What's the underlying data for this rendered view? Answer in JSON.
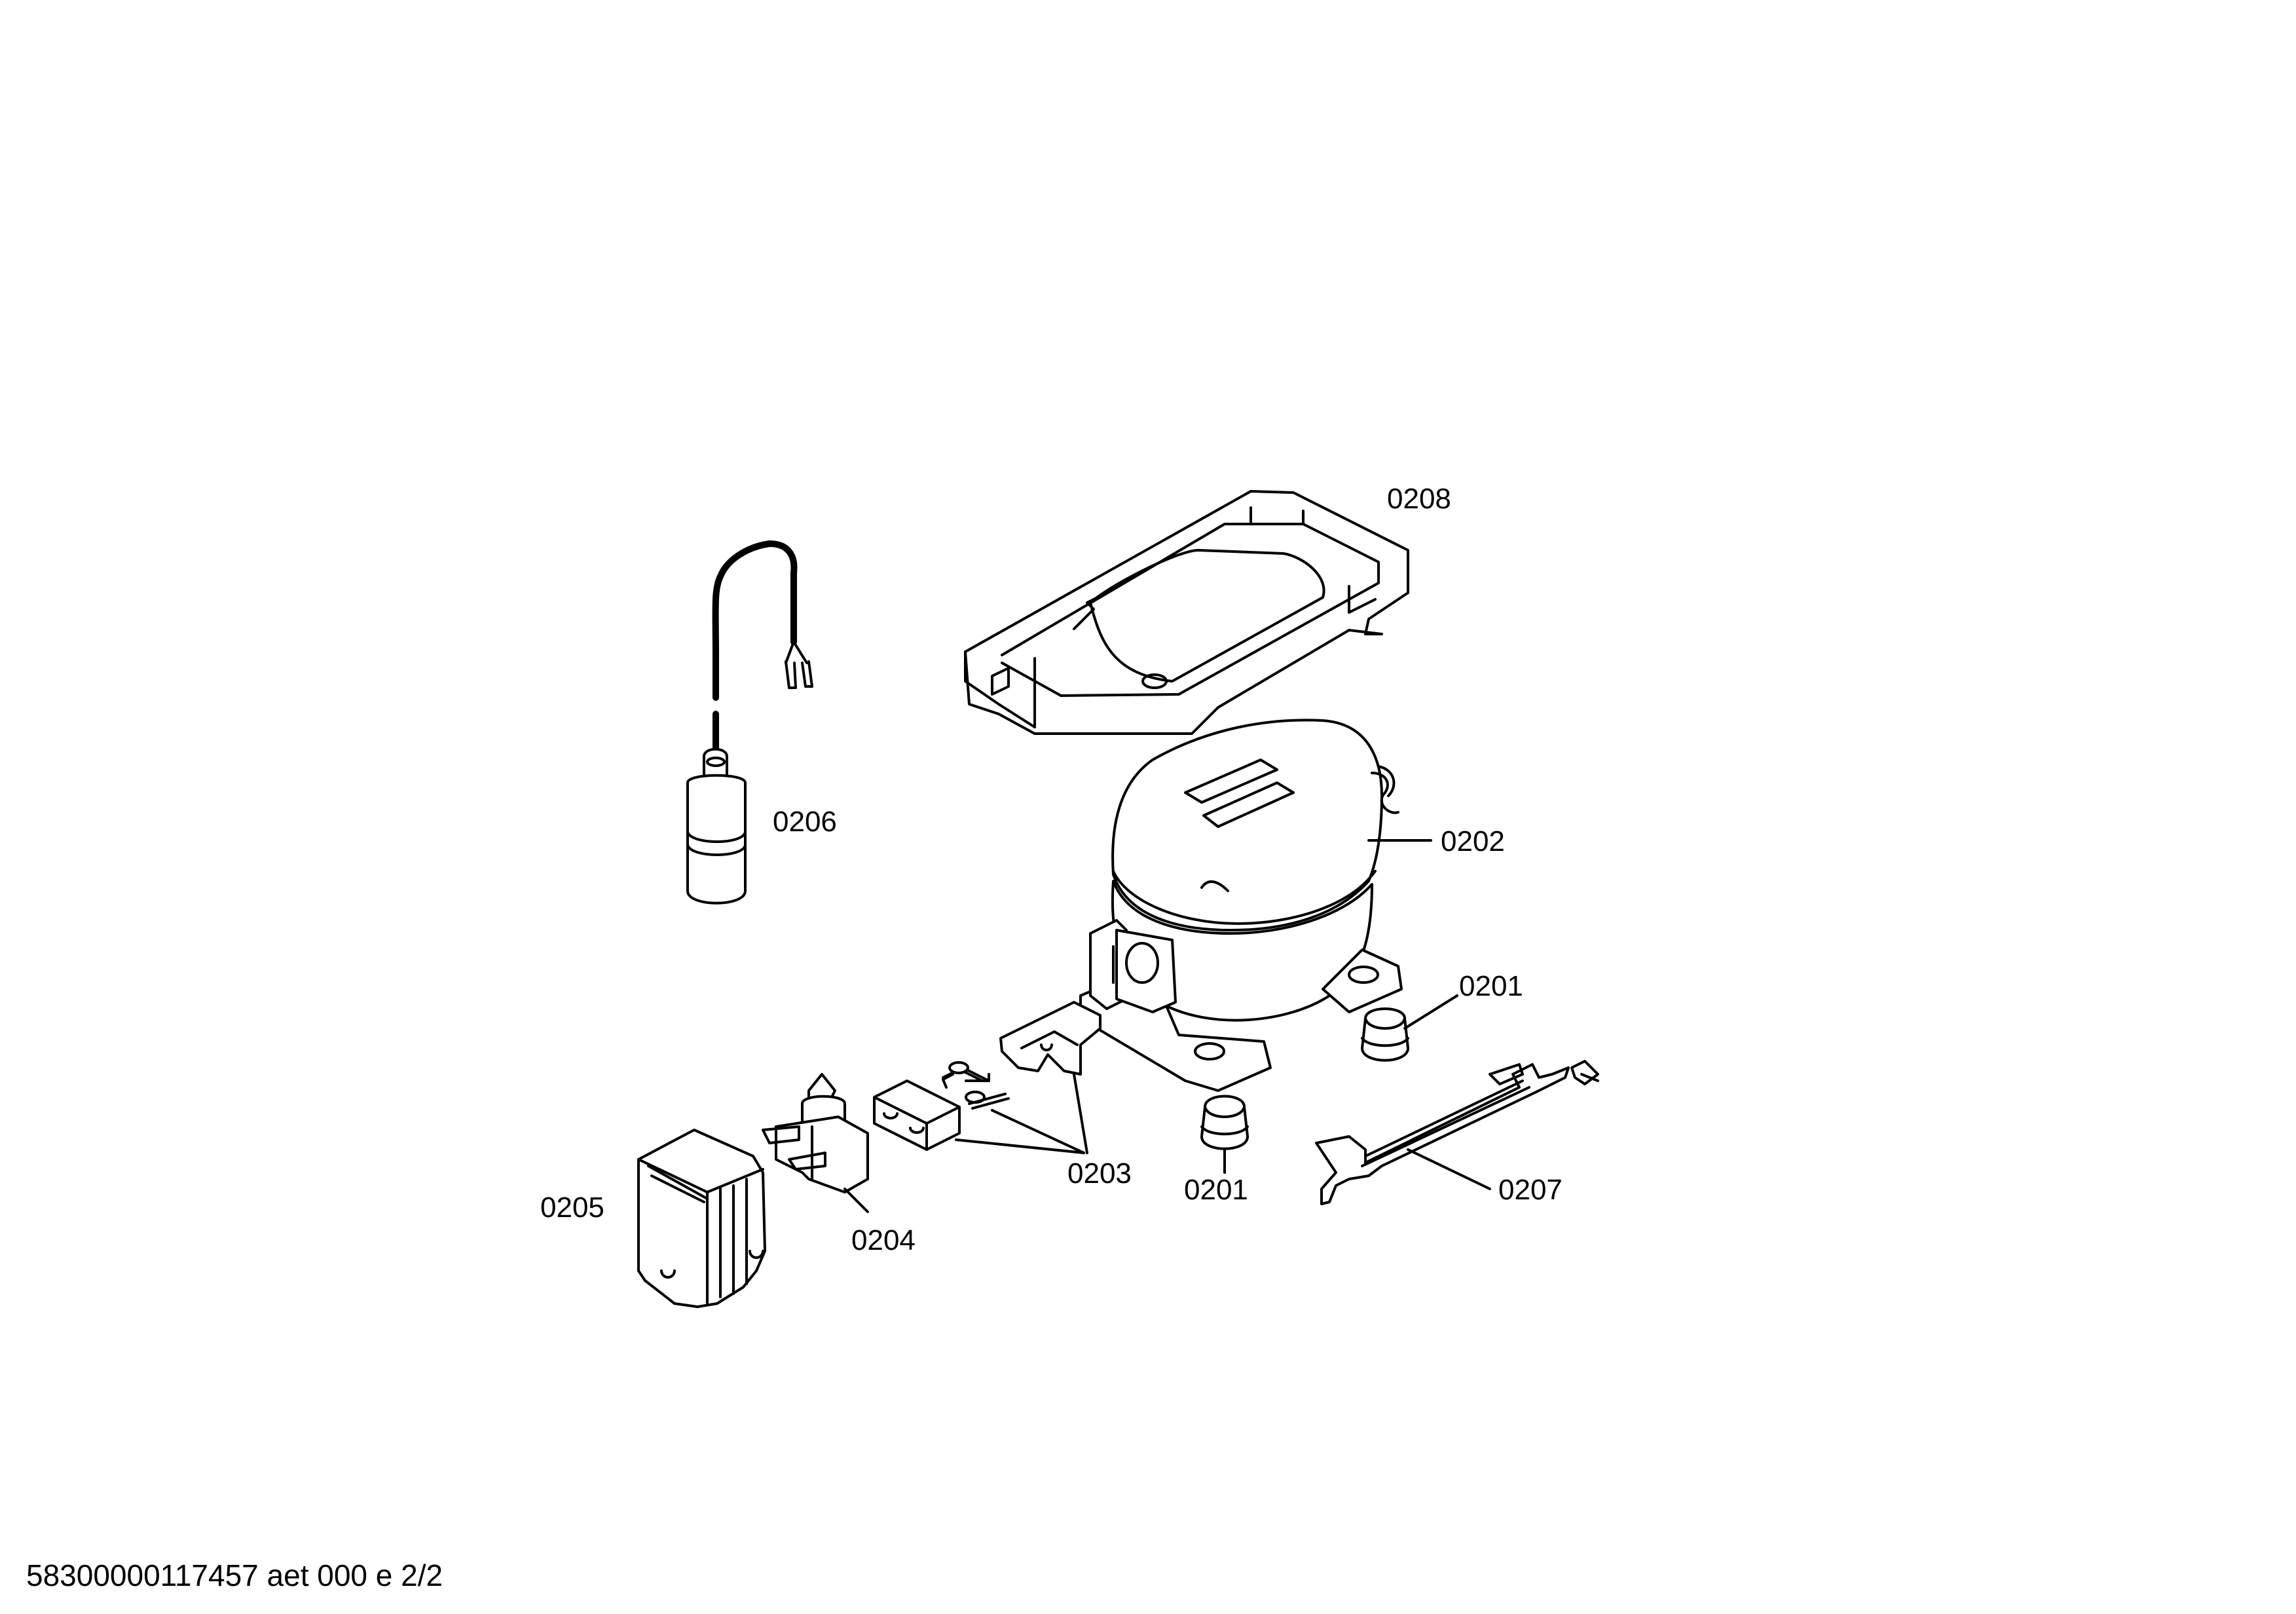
{
  "callouts": {
    "c0208": "0208",
    "c0206": "0206",
    "c0202": "0202",
    "c0201a": "0201",
    "c0201b": "0201",
    "c0203": "0203",
    "c0207": "0207",
    "c0205": "0205",
    "c0204": "0204"
  },
  "footer": "58300000117457 aet 000 e 2/2"
}
